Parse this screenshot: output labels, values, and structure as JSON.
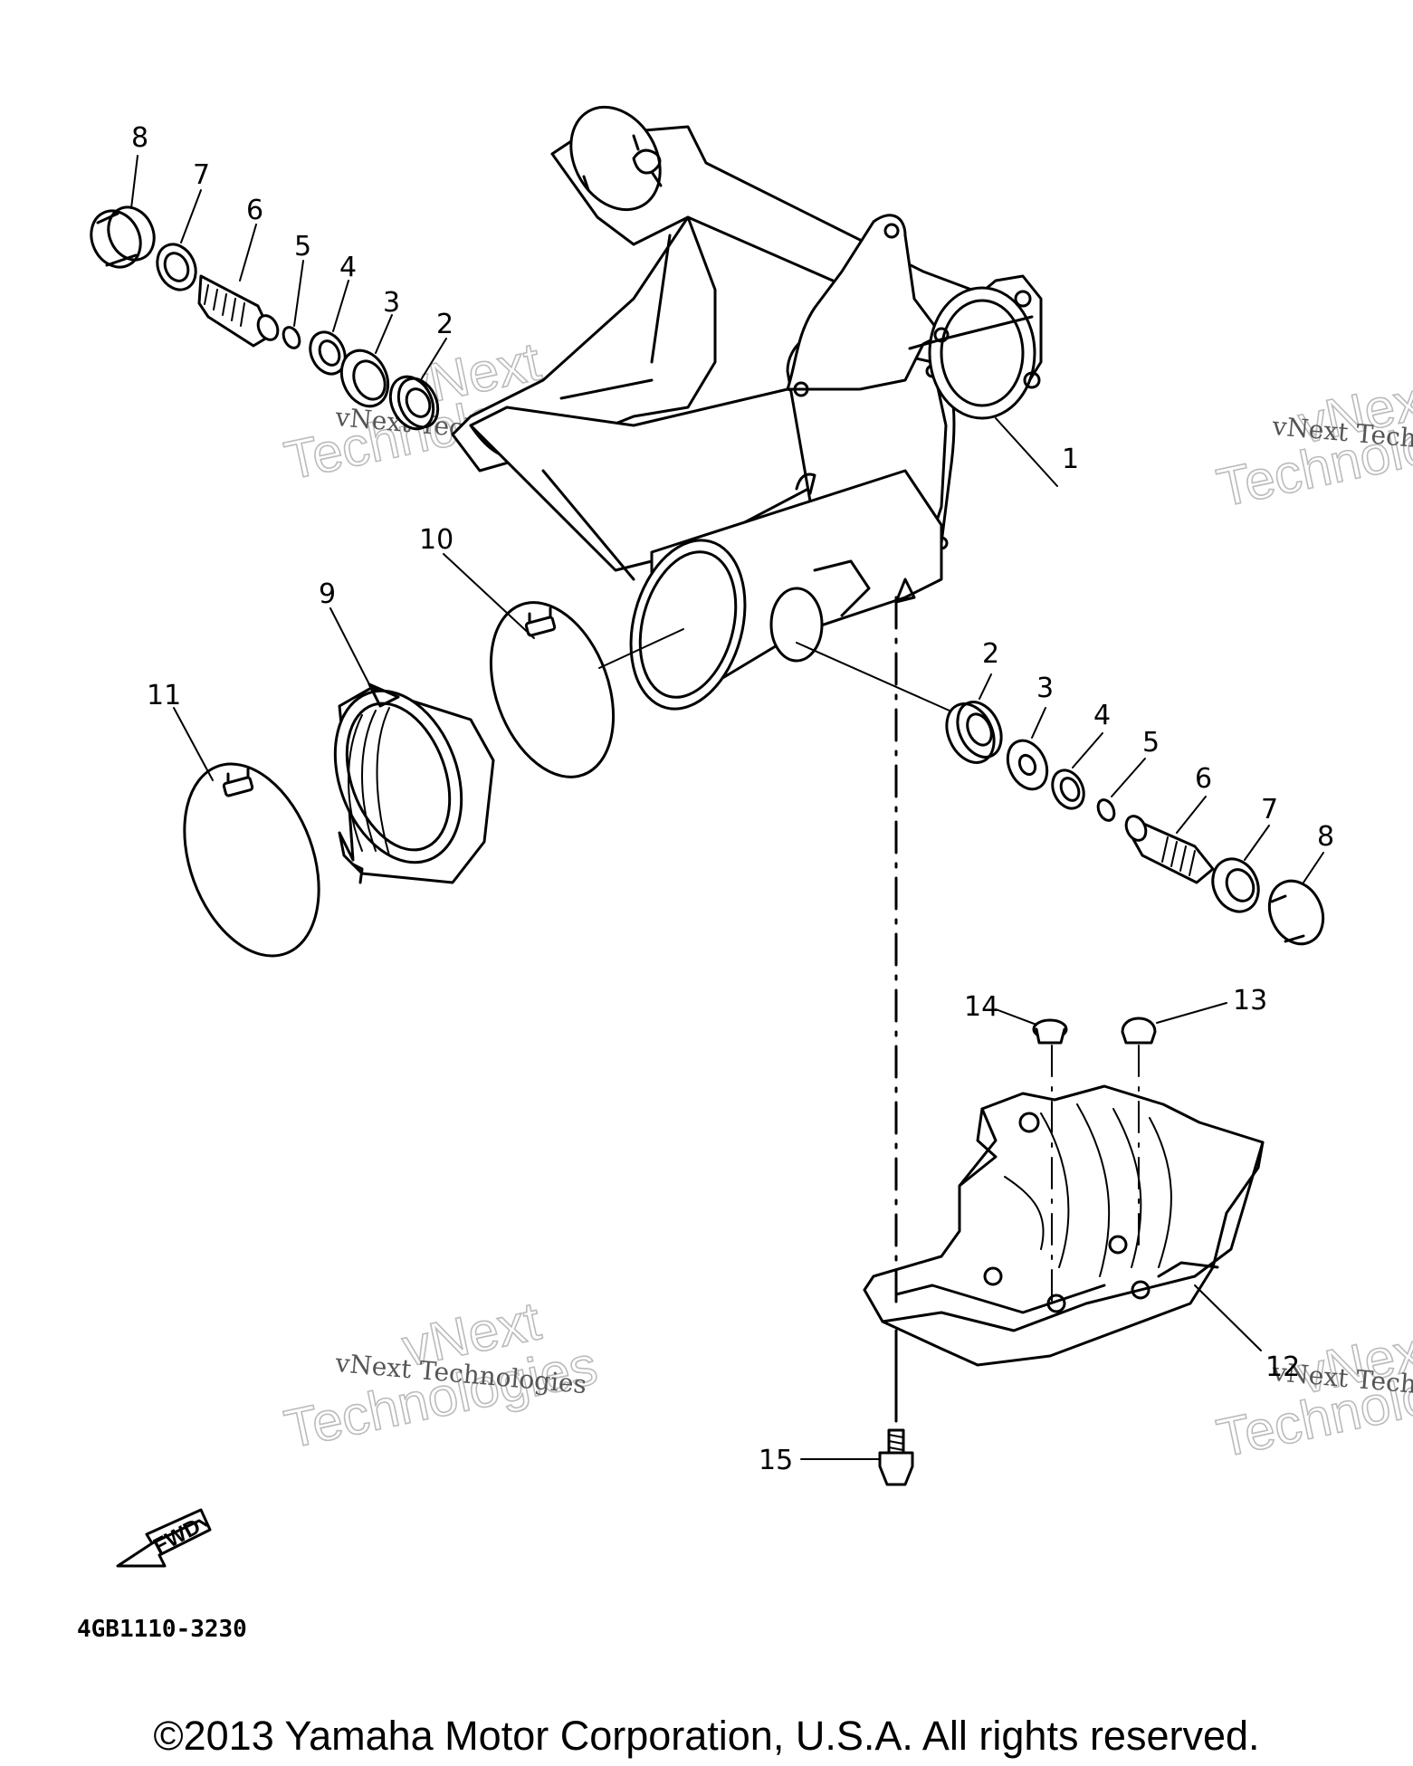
{
  "callouts": {
    "c1": "1",
    "c2a": "2",
    "c3a": "3",
    "c4a": "4",
    "c5a": "5",
    "c6a": "6",
    "c7a": "7",
    "c8a": "8",
    "c2b": "2",
    "c3b": "3",
    "c4b": "4",
    "c5b": "5",
    "c6b": "6",
    "c7b": "7",
    "c8b": "8",
    "c9": "9",
    "c10": "10",
    "c11": "11",
    "c12": "12",
    "c13": "13",
    "c14": "14",
    "c15": "15"
  },
  "part_code": "4GB1110-3230",
  "fwd_label": "FWD",
  "watermark": {
    "line1": "vNext Technologies",
    "word_a": "vNext",
    "word_b": "Technologies"
  },
  "copyright": "©2013 Yamaha Motor Corporation, U.S.A. All rights reserved."
}
